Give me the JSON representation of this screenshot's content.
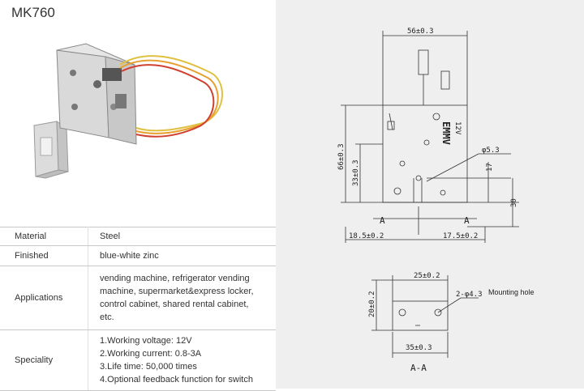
{
  "product": {
    "model": "MK760"
  },
  "specs": [
    {
      "key": "Material",
      "value": "Steel"
    },
    {
      "key": "Finished",
      "value": "blue-white zinc"
    },
    {
      "key": "Applications",
      "value": "vending machine, refrigerator vending machine, supermarket&express locker, control cabinet, shared rental cabinet, etc."
    },
    {
      "key": "Speciality",
      "lines": [
        "1.Working voltage: 12V",
        "2.Working current: 0.8-3A",
        "3.Life time: 50,000 times",
        "4.Optional feedback function for switch"
      ]
    }
  ],
  "drawing": {
    "width_top": "56±0.3",
    "height_total": "66±0.3",
    "height_body": "33±0.3",
    "hole_dia": "φ5.3",
    "dim_17": "17",
    "dim_30": "30",
    "left_offset": "18.5±0.2",
    "right_offset": "17.5±0.2",
    "section_mark_left": "A",
    "section_mark_right": "A",
    "body_label": "EMMV",
    "voltage_label": "12V",
    "bracket_width_top": "25±0.2",
    "bracket_height": "20±0.2",
    "bracket_holes": "2-φ4.3",
    "mounting_hole_label": "Mounting hole",
    "bracket_width_bottom": "35±0.3",
    "section_label": "A-A"
  }
}
